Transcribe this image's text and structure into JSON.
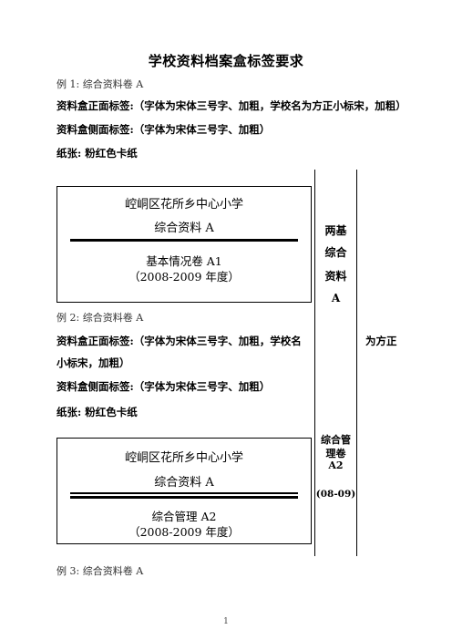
{
  "title": "学校资料档案盒标签要求",
  "section1": {
    "example": "例 1: 综合资料卷 A",
    "front_label": "资料盒正面标签:（字体为宋体三号字、加粗，学校名为方正小标宋，加粗）",
    "side_label": "资料盒侧面标签:（字体为宋体三号字、加粗）",
    "paper": "纸张: 粉红色卡纸",
    "box": {
      "school": "崆峒区花所乡中心小学",
      "category": "综合资料 A",
      "volume": "基本情况卷 A1",
      "year": "（2008-2009 年度）"
    }
  },
  "section2": {
    "example": "例 2: 综合资料卷 A",
    "front_label_a": "资料盒正面标签:（字体为宋体三号字、加粗，学校名",
    "front_label_b": "为方正",
    "front_label_c": "小标宋，加粗）",
    "side_label": "资料盒侧面标签:（字体为宋体三号字、加粗）",
    "paper": "纸张: 粉红色卡纸",
    "box": {
      "school": "崆峒区花所乡中心小学",
      "category": "综合资料 A",
      "volume": "综合管理 A2",
      "year": "（2008-2009 年度）"
    }
  },
  "side_strip": {
    "top_lines": [
      "两基",
      "综合",
      "资料",
      "A"
    ],
    "bottom_lines": [
      "综合管",
      "理卷",
      "A2",
      "(08-09)"
    ]
  },
  "section3": {
    "example": "例 3: 综合资料卷 A"
  },
  "page_number": "1"
}
